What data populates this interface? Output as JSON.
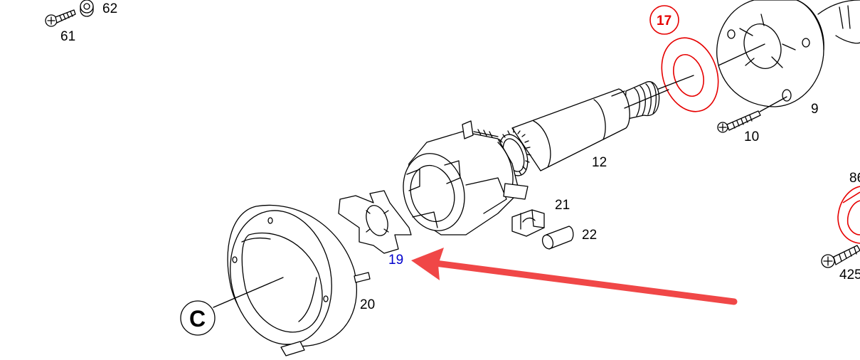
{
  "labels": {
    "p61": "61",
    "p62": "62",
    "p17": "17",
    "p9": "9",
    "p10": "10",
    "p12": "12",
    "p21": "21",
    "p22": "22",
    "p19": "19",
    "p20": "20",
    "p86": "86",
    "p425": "425",
    "pC": "C"
  },
  "colors": {
    "highlight_red": "#e60000",
    "link_blue": "#0000cc",
    "arrow": "#f04747"
  }
}
